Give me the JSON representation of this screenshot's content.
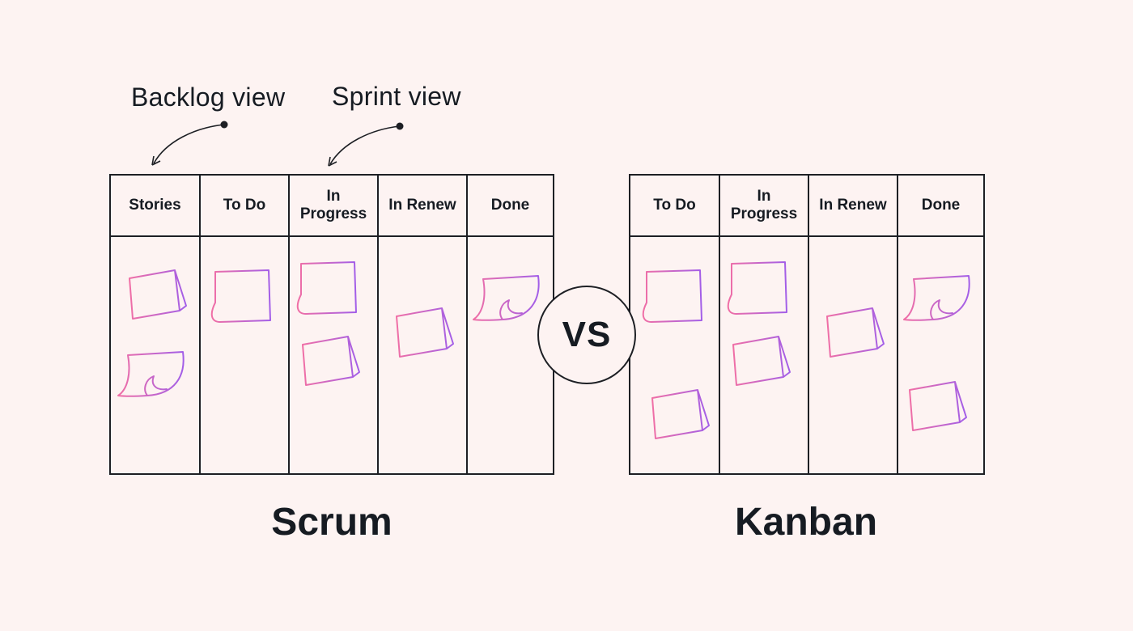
{
  "annotations": {
    "backlog": "Backlog view",
    "sprint": "Sprint view"
  },
  "scrum": {
    "title": "Scrum",
    "columns": [
      {
        "label": "Stories",
        "notes": [
          {
            "shape": "folded"
          },
          {
            "shape": "curl"
          }
        ]
      },
      {
        "label": "To Do",
        "notes": [
          {
            "shape": "flat"
          }
        ]
      },
      {
        "label": "In Progress",
        "notes": [
          {
            "shape": "flat"
          },
          {
            "shape": "folded"
          }
        ]
      },
      {
        "label": "In Renew",
        "notes": [
          {
            "shape": "folded"
          }
        ]
      },
      {
        "label": "Done",
        "notes": [
          {
            "shape": "curl"
          }
        ]
      }
    ]
  },
  "vs": "VS",
  "kanban": {
    "title": "Kanban",
    "columns": [
      {
        "label": "To Do",
        "notes": [
          {
            "shape": "flat"
          },
          {
            "shape": "folded"
          }
        ]
      },
      {
        "label": "In Progress",
        "notes": [
          {
            "shape": "flat"
          },
          {
            "shape": "folded"
          }
        ]
      },
      {
        "label": "In Renew",
        "notes": [
          {
            "shape": "folded"
          }
        ]
      },
      {
        "label": "Done",
        "notes": [
          {
            "shape": "curl"
          },
          {
            "shape": "folded"
          }
        ]
      }
    ]
  },
  "colors": {
    "background": "#fdf3f2",
    "ink": "#161b22",
    "note_gradient_start": "#f06fa6",
    "note_gradient_end": "#a25ee8"
  }
}
